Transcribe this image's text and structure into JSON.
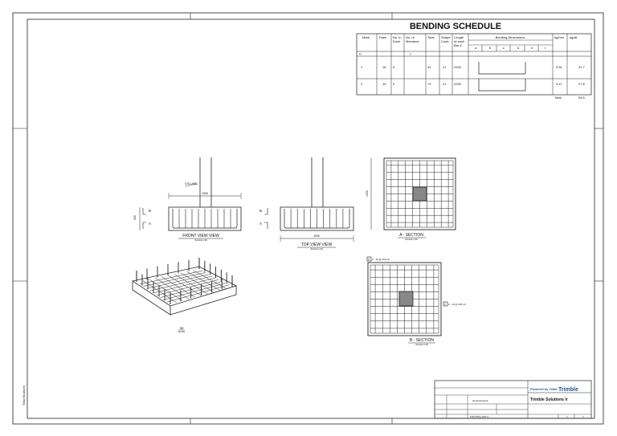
{
  "schedule": {
    "title": "BENDING SCHEDULE",
    "headers": {
      "mark": "Mark",
      "diam": "Diam",
      "no_in_each": [
        "No. in",
        "Each"
      ],
      "no_of_members": [
        "No. of",
        "Members"
      ],
      "total": "Total",
      "shape_code": [
        "Shape",
        "Code"
      ],
      "length": [
        "Length",
        "of each",
        "Bar #"
      ],
      "bending_dims": "Bending Dimensions",
      "dim_letters": [
        "a",
        "b",
        "c",
        "d",
        "e",
        "r"
      ],
      "kg_mm": "kg/mm",
      "kg_all": "kg/all"
    },
    "sub_row": [
      "H",
      "1"
    ],
    "rows": [
      {
        "mark": "1",
        "diam": "16",
        "each": "0",
        "members": "",
        "total": "41",
        "shape": "21",
        "length": "2200",
        "kg_mm": "3.51",
        "kg_all": "31.7"
      },
      {
        "mark": "2",
        "diam": "16",
        "each": "0",
        "members": "",
        "total": "73",
        "shape": "21",
        "length": "2200",
        "kg_mm": "3.47",
        "kg_all": "27.8"
      }
    ],
    "total_label": "Total:",
    "total_value": "59.5"
  },
  "views": {
    "front_label": "FRONT VIEW VIEW",
    "front_scale": "SCALE 1:40",
    "top_label": "TOP VIEW VIEW",
    "top_scale": "SCALE 1:40",
    "section_a_label": "A - SECTION",
    "section_a_scale": "SCALE 1:40",
    "section_b_label": "B - SECTION",
    "section_b_scale": "SCALE 1:40",
    "iso_label": "3D",
    "iso_scale": "SCALE",
    "column_note": "COLUMN",
    "dim_1900": "1900",
    "dim_300": "300",
    "dim_1200": "1200",
    "marker_b": "B",
    "marker_a": "A",
    "rebar_note_1": "2 - 16 @ 200 c/c",
    "rebar_note_2": "2 - 16 @ 200 c/c",
    "marker_c": "2",
    "marker_d": "1"
  },
  "title_block": {
    "powered_by": "Powered by Tekla",
    "brand": "Trimble",
    "company": "Trimble Solutions Ir",
    "drawing_name": "General layout",
    "drawing_no": "FOOTING ADD 2",
    "sheet": "1",
    "rev": "1",
    "side_note": "Tekla Structures"
  }
}
